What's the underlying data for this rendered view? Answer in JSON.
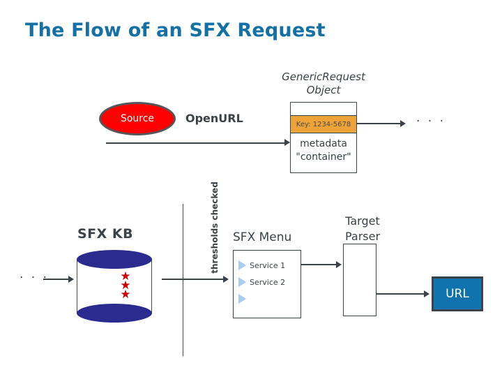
{
  "slide": {
    "title": "The Flow of an SFX Request"
  },
  "source": {
    "label": "Source",
    "shape": "ellipse",
    "fill_color": "#fe0000",
    "border_color": "#53565a",
    "text_color": "#ffffff"
  },
  "openurl": {
    "label": "OpenURL"
  },
  "generic_request": {
    "caption_line1": "GenericRequest",
    "caption_line2": "Object",
    "key_label": "Key: 1234-5678",
    "key_band_color": "#eda338",
    "metadata_line1": "metadata",
    "metadata_line2": "\"container\""
  },
  "sfx_kb": {
    "label": "SFX KB",
    "cylinder_color": "#2b2b8f",
    "star_color": "#cc0000",
    "star_count": 3,
    "star_glyph": "★"
  },
  "threshold": {
    "label": "thresholds checked"
  },
  "sfx_menu": {
    "label": "SFX Menu",
    "bullet_color": "#a9cdf2",
    "services": [
      {
        "label": "Service 1"
      },
      {
        "label": "Service 2"
      },
      {
        "label": ""
      }
    ]
  },
  "target_parser": {
    "caption_line1": "Target",
    "caption_line2": "Parser"
  },
  "url": {
    "label": "URL",
    "fill_color": "#1173ad",
    "border_color": "#3b4248",
    "text_color": "#ffffff"
  },
  "ellipsis": {
    "right_top": "· · ·",
    "left_bottom": "· · ·"
  },
  "theme": {
    "title_color": "#1570a6",
    "text_color": "#3b4248",
    "background": "#ffffff"
  }
}
